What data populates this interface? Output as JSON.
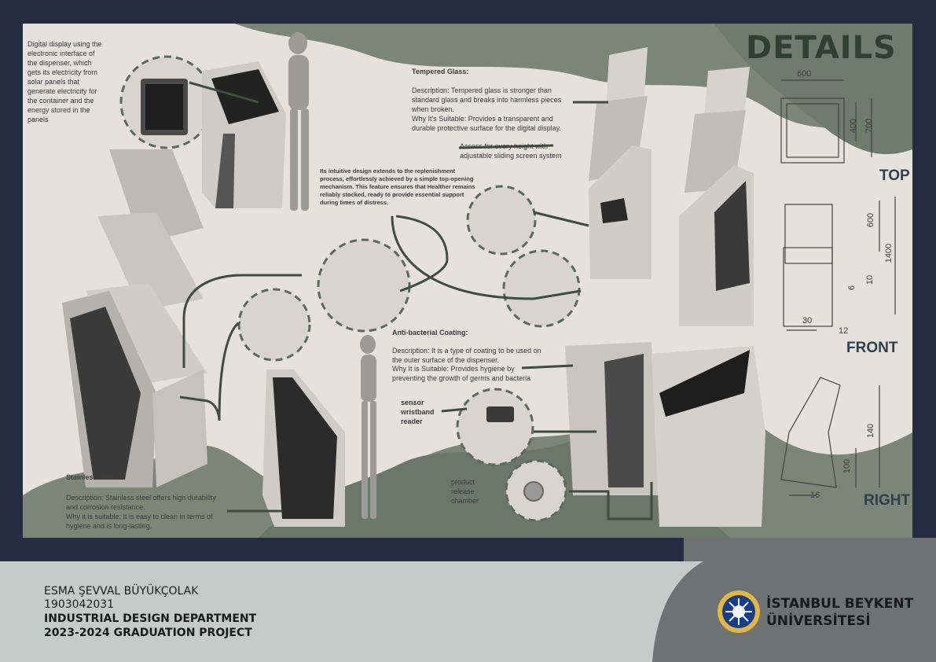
{
  "title": "DETAILS",
  "annotations": {
    "digital_display": "Digital display using the electronic interface of the dispenser, which gets its electricity from solar panels that generate electricity for the container and the energy stored in the panels",
    "tempered_glass_title": "Tempered Glass:",
    "tempered_glass_desc": "Description: Tempered glass is stronger than standard glass and breaks into harmless pieces when broken.",
    "tempered_glass_why": "Why It's Suitable: Provides a transparent and durable protective surface for the digital display.",
    "sliding_screen": "Access for every height with adjustable sliding screen system",
    "replenishment": "Its intuitive design extends to the replenishment process, effortlessly achieved by a simple top-opening mechanism. This feature ensures that Healther remains reliably stocked, ready to provide essential support during times of distress.",
    "antibacterial_title": "Anti-bacterial Coating:",
    "antibacterial_desc": "Description: It is a type of coating to be used on the outer surface of the dispenser.",
    "antibacterial_why": "Why It is Suitable: Provides hygiene by preventing the growth of germs and bacteria",
    "sensor": "sensor wristband reader",
    "product_release": "product release chamber",
    "stainless_title": "Stainless steel:",
    "stainless_desc": "Description: Stainless steel offers high durability and corrosion resistance.",
    "stainless_why": "Why it is suitable: It is easy to clean in terms of hygiene and is long-lasting."
  },
  "views": {
    "top": {
      "label": "TOP",
      "dims": [
        "600",
        "400",
        "700"
      ]
    },
    "front": {
      "label": "FRONT",
      "dims": [
        "600",
        "1400",
        "10",
        "6",
        "30",
        "12"
      ]
    },
    "right": {
      "label": "RIGHT",
      "dims": [
        "140",
        "100",
        "16"
      ]
    }
  },
  "footer": {
    "name": "ESMA ŞEVVAL BÜYÜKÇOLAK",
    "student_id": "1903042031",
    "department": "INDUSTRIAL DESIGN DEPARTMENT",
    "project": "2023-2024 GRADUATION PROJECT",
    "university_line1": "İSTANBUL BEYKENT",
    "university_line2": "ÜNİVERSİTESİ"
  },
  "colors": {
    "navy": "#232c41",
    "sage": "#7b8677",
    "dark_sage": "#5c6b5b",
    "board": "#e7e1dc",
    "footer_grey": "#c5cbc9",
    "footer_dark": "#6e7273",
    "logo_gold": "#e2b640",
    "logo_blue": "#163d8c"
  }
}
